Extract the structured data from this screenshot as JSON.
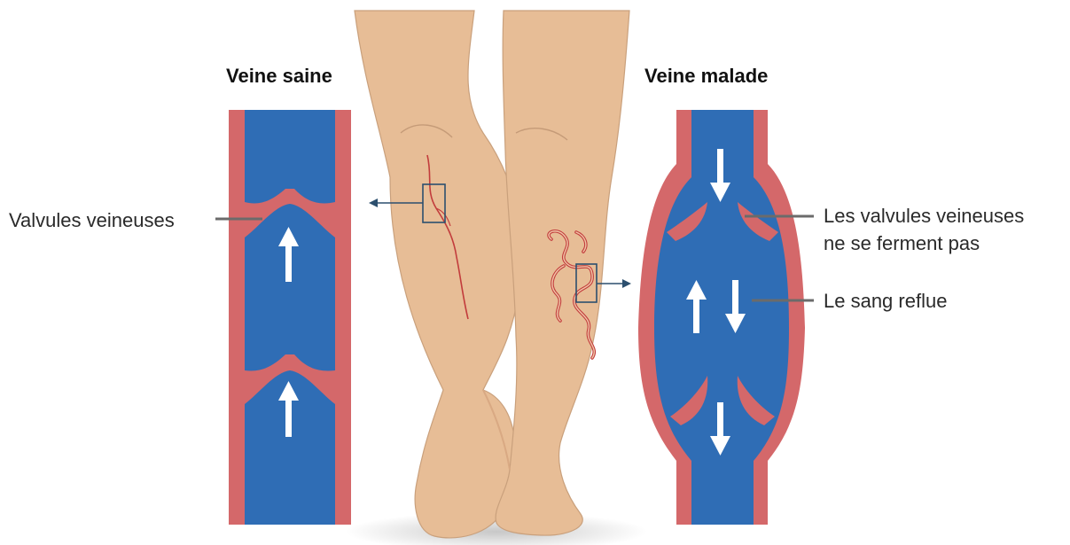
{
  "diagram": {
    "healthy_title": "Veine saine",
    "diseased_title": "Veine malade",
    "label_valves": "Valvules veineuses",
    "label_valves_open_line1": "Les valvules veineuses",
    "label_valves_open_line2": "ne se ferment pas",
    "label_reflux": "Le sang reflue"
  },
  "colors": {
    "vein_wall": "#d4686a",
    "blood": "#2f6db5",
    "skin": "#e7bd96",
    "skin_shade": "#d9a983",
    "varicose": "#c23c3c",
    "arrow": "#ffffff",
    "pointer_line": "#6b6b6b",
    "zoom_line": "#2c4f6e"
  },
  "icons": {
    "flow_arrow_up": "arrow-up-icon",
    "flow_arrow_down": "arrow-down-icon"
  }
}
